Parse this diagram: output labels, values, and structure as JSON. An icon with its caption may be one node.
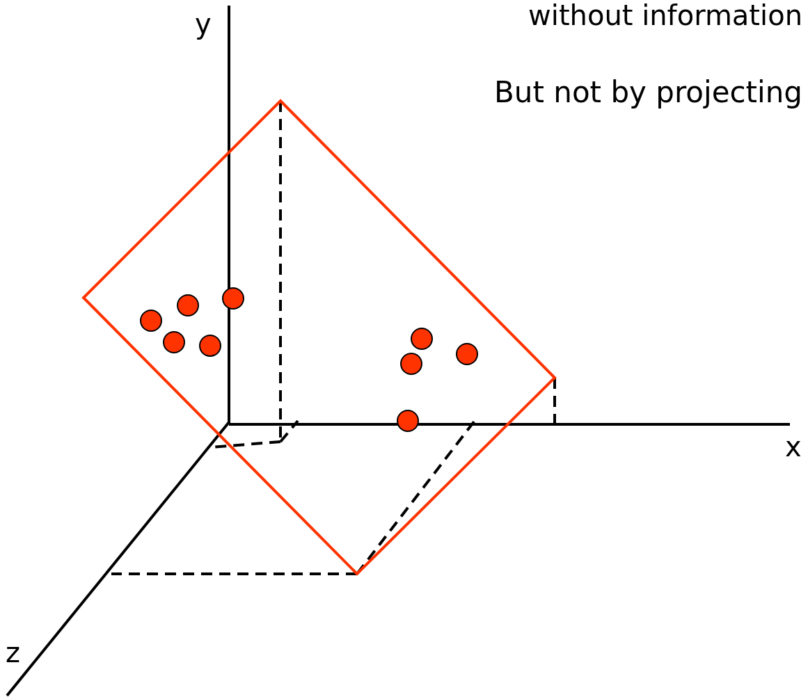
{
  "diagram": {
    "labels": [
      "without information",
      "y",
      "But not by projecting",
      "x",
      "z"
    ]
  }
}
